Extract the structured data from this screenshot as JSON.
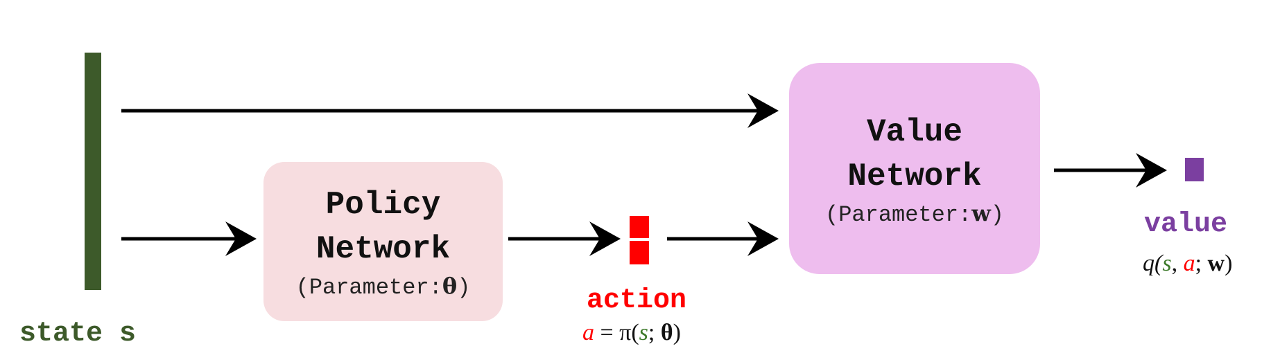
{
  "colors": {
    "state": "#3d5a2a",
    "action": "#ff0000",
    "value": "#7b3fa0",
    "policy_box": "#f7dde0",
    "value_box": "#eebdee",
    "arrow": "#000000"
  },
  "state": {
    "label": "state s"
  },
  "policy_network": {
    "title_line1": "Policy",
    "title_line2": "Network",
    "param_prefix": "(Parameter:",
    "param_symbol": "θ",
    "param_suffix": ")"
  },
  "value_network": {
    "title_line1": "Value",
    "title_line2": "Network",
    "param_prefix": "(Parameter:",
    "param_symbol": "w",
    "param_suffix": ")"
  },
  "action": {
    "label": "action",
    "formula": {
      "lhs": "a",
      "eq": " = π(",
      "s": "s",
      "sep": "; ",
      "param": "θ",
      "close": ")"
    }
  },
  "value": {
    "label": "value",
    "formula": {
      "fn": "q(",
      "s": "s",
      "comma": ", ",
      "a": "a",
      "sep": "; ",
      "param": "w",
      "close": ")"
    }
  }
}
